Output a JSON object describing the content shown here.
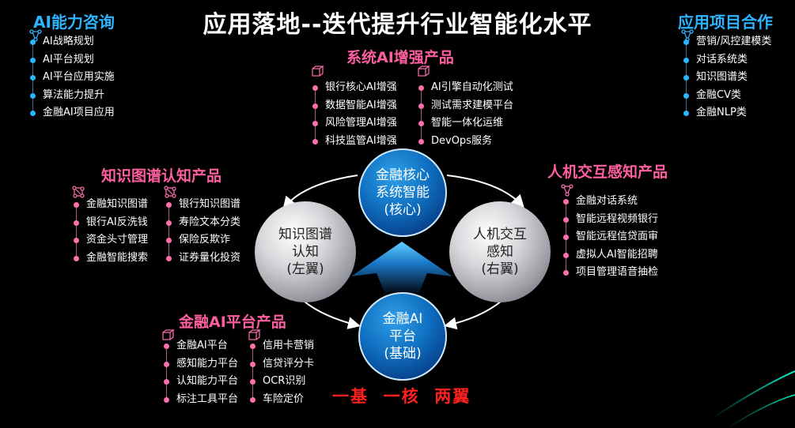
{
  "title": "应用落地--迭代提升行业智能化水平",
  "left_top": {
    "title": "AI能力咨询",
    "items": [
      "AI战略规划",
      "AI平台规划",
      "AI平台应用实施",
      "算法能力提升",
      "金融AI项目应用"
    ]
  },
  "right_top": {
    "title": "应用项目合作",
    "items": [
      "营销/风控建模类",
      "对话系统类",
      "知识图谱类",
      "金融CV类",
      "金融NLP类"
    ]
  },
  "system_ai": {
    "title": "系统AI增强产品",
    "col1": [
      "银行核心AI增强",
      "数据智能AI增强",
      "风险管理AI增强",
      "科技监管AI增强"
    ],
    "col2": [
      "AI引擎自动化测试",
      "测试需求建模平台",
      "智能一体化运维",
      "DevOps服务"
    ]
  },
  "knowledge_graph": {
    "title": "知识图谱认知产品",
    "col1": [
      "金融知识图谱",
      "银行AI反洗钱",
      "资金头寸管理",
      "金融智能搜索"
    ],
    "col2": [
      "银行知识图谱",
      "寿险文本分类",
      "保险反欺诈",
      "证券量化投资"
    ]
  },
  "hci": {
    "title": "人机交互感知产品",
    "items": [
      "金融对话系统",
      "智能远程视频银行",
      "智能远程信贷面审",
      "虚拟人AI智能招聘",
      "项目管理语音抽检"
    ]
  },
  "platform": {
    "title": "金融AI平台产品",
    "col1": [
      "金融AI平台",
      "感知能力平台",
      "认知能力平台",
      "标注工具平台"
    ],
    "col2": [
      "信用卡营销",
      "信贷评分卡",
      "OCR识别",
      "车险定价"
    ]
  },
  "circles": {
    "core": [
      "金融核心",
      "系统智能",
      "(核心)"
    ],
    "left": [
      "知识图谱",
      "认知",
      "(左翼)"
    ],
    "right": [
      "人机交互",
      "感知",
      "(右翼)"
    ],
    "base": [
      "金融AI",
      "平台",
      "(基础)"
    ]
  },
  "slogan": "一基  一核  两翼",
  "colors": {
    "blue_title": "#2bb5ff",
    "pink_title": "#ff5fa0",
    "slogan": "#ff2020"
  }
}
